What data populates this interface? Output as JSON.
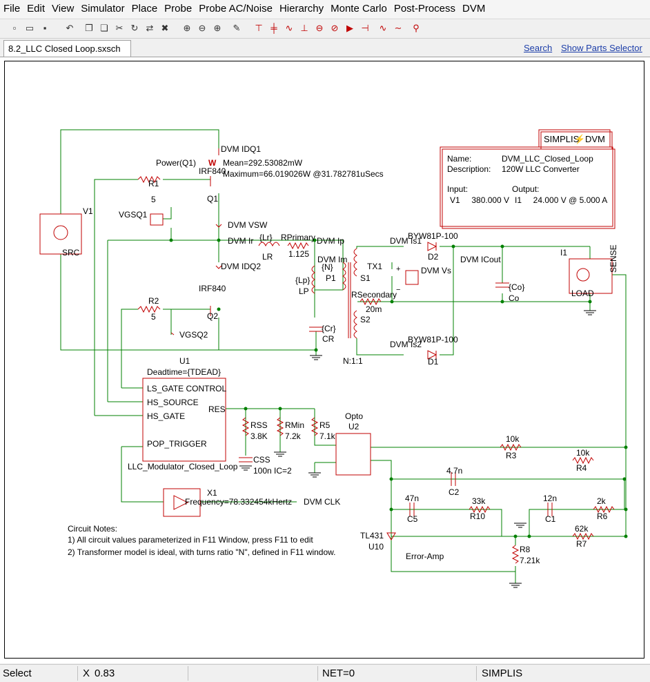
{
  "menu": [
    "File",
    "Edit",
    "View",
    "Simulator",
    "Place",
    "Probe",
    "Probe AC/Noise",
    "Hierarchy",
    "Monte Carlo",
    "Post-Process",
    "DVM"
  ],
  "toolbar": {
    "icons": [
      "new-file-icon",
      "open-folder-icon",
      "save-icon",
      "undo-icon",
      "copy-icon",
      "paste-icon",
      "cut-icon",
      "rotate-icon",
      "mirror-icon",
      "delete-icon",
      "zoom-fit-icon",
      "zoom-out-icon",
      "zoom-in-icon",
      "pencil-icon",
      "resistor-icon",
      "capacitor-icon",
      "inductor-icon",
      "ground-icon",
      "voltage-source-icon",
      "current-source-icon",
      "diode-icon",
      "transistor-icon",
      "sine-source-icon",
      "ac-source-icon",
      "probe-icon"
    ],
    "glyphs": [
      "▫",
      "▭",
      "▪",
      "↶",
      "❐",
      "❏",
      "✂",
      "↻",
      "⇄",
      "✖",
      "⊕",
      "⊖",
      "⊕",
      "✎",
      "⊤",
      "╪",
      "∿",
      "⊥",
      "⊖",
      "⊘",
      "▶",
      "⊣",
      "∿",
      "∼",
      "⚲"
    ]
  },
  "tab": {
    "label": "8.2_LLC Closed Loop.sxsch"
  },
  "links": {
    "search": "Search",
    "parts": "Show Parts Selector"
  },
  "schematic": {
    "dvm_idq1": "DVM IDQ1",
    "power_q1": "Power(Q1)",
    "probe_w": "W",
    "irf840_1": "IRF840",
    "mean": "Mean=292.53082mW",
    "maximum": "Maximum=66.019026W @31.782781uSecs",
    "q1": "Q1",
    "r1": "R1",
    "r1_val": "5",
    "v1": "V1",
    "src": "SRC",
    "vgsq1": "VGSQ1",
    "dvm_vsw": "DVM VSW",
    "dvm_ir": "DVM Ir",
    "lr_param": "{Lr}",
    "lr": "LR",
    "rprimary": "RPrimary",
    "rprimary_val": "1.125",
    "dvm_ip": "DVM Ip",
    "dvm_im": "DVM Im",
    "n_param": "{N}",
    "tx1": "TX1",
    "p1": "P1",
    "s1": "S1",
    "lp_param": "{Lp}",
    "lp": "LP",
    "rsecondary": "RSecondary",
    "rsecondary_val": "20m",
    "s2": "S2",
    "dvm_idq2": "DVM IDQ2",
    "irf840_2": "IRF840",
    "q2": "Q2",
    "r2": "R2",
    "r2_val": "5",
    "vgsq2": "VGSQ2",
    "cr_param": "{Cr}",
    "cr": "CR",
    "nn": "N:1:1",
    "dvm_is1": "DVM Is1",
    "byw1": "BYW81P-100",
    "d2": "D2",
    "dvm_vs": "DVM Vs",
    "dvm_icout": "DVM ICout",
    "co_param": "{Co}",
    "co": "Co",
    "i1": "I1",
    "sense": "SENSE",
    "load": "LOAD",
    "dvm_is2": "DVM Is2",
    "byw2": "BYW81P-100",
    "d1": "D1",
    "u1": "U1",
    "deadtime": "Deadtime={TDEAD}",
    "ls_gate": "LS_GATE CONTROL",
    "hs_source": "HS_SOURCE",
    "hs_gate": "HS_GATE",
    "pop_trigger": "POP_TRIGGER",
    "res": "RES",
    "modulator": "LLC_Modulator_Closed_Loop",
    "rss": "RSS",
    "rss_val": "3.8K",
    "rmin": "RMin",
    "rmin_val": "7.2k",
    "r5": "R5",
    "r5_val": "7.1k",
    "css": "CSS",
    "css_val": "100n IC=2",
    "opto": "Opto",
    "u2": "U2",
    "r3_val": "10k",
    "r3": "R3",
    "r4_val": "10k",
    "r4": "R4",
    "c2_val": "4.7n",
    "c2": "C2",
    "c5_val": "47n",
    "c5": "C5",
    "r10_val": "33k",
    "r10": "R10",
    "c1_val": "12n",
    "c1": "C1",
    "r6_val": "2k",
    "r6": "R6",
    "r7_val": "62k",
    "r7": "R7",
    "tl431": "TL431",
    "u10": "U10",
    "error_amp": "Error-Amp",
    "r8": "R8",
    "r8_val": "7.21k",
    "x1": "X1",
    "frequency": "Frequency=78.332454kHertz",
    "dvm_clk": "DVM CLK",
    "notes_title": "Circuit Notes:",
    "note1": "1) All circuit values parameterized in F11 Window, press F11 to edit",
    "note2": "2) Transformer model is ideal, with turns ratio \"N\", defined in F11 window."
  },
  "dvm_block": {
    "title": "SIMPLIS",
    "title2": "DVM",
    "name_label": "Name:",
    "name_value": "DVM_LLC_Closed_Loop",
    "desc_label": "Description:",
    "desc_value": "120W LLC Converter",
    "input_label": "Input:",
    "output_label": "Output:",
    "input_value": "V1     380.000 V",
    "output_value": "I1     24.000 V @ 5.000 A"
  },
  "status": {
    "mode": "Select",
    "x_label": "X",
    "x_value": "0.83",
    "net": "NET=0",
    "simulator": "SIMPLIS"
  },
  "colors": {
    "wire": "#008000",
    "component": "#c00000",
    "text": "#000000",
    "link": "#1a3ca8"
  }
}
